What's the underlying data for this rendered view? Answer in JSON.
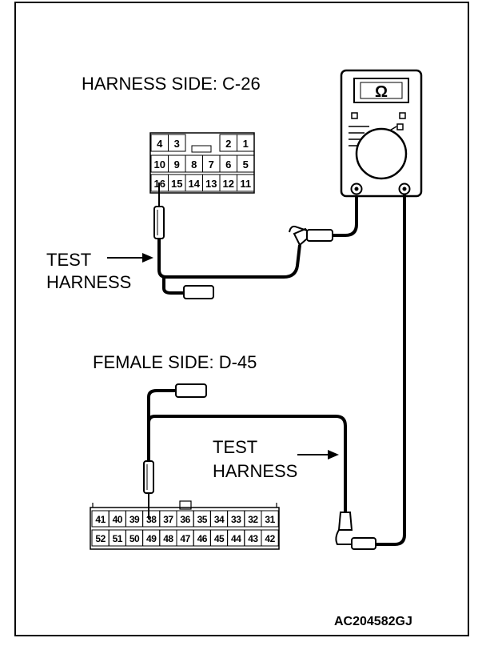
{
  "connector_c26": {
    "title": "HARNESS SIDE: C-26",
    "top_row": [
      "4",
      "3",
      "",
      "",
      "2",
      "1"
    ],
    "middle_row": [
      "10",
      "9",
      "8",
      "7",
      "6",
      "5"
    ],
    "bottom_row": [
      "16",
      "15",
      "14",
      "13",
      "12",
      "11"
    ]
  },
  "connector_d45": {
    "title": "FEMALE SIDE: D-45",
    "top_row": [
      "41",
      "40",
      "39",
      "38",
      "37",
      "36",
      "35",
      "34",
      "33",
      "32",
      "31"
    ],
    "bottom_row": [
      "52",
      "51",
      "50",
      "49",
      "48",
      "47",
      "46",
      "45",
      "44",
      "43",
      "42"
    ]
  },
  "test_harness_upper": {
    "line1": "TEST",
    "line2": "HARNESS"
  },
  "test_harness_lower": {
    "line1": "TEST",
    "line2": "HARNESS"
  },
  "multimeter": {
    "display_symbol": "Ω"
  },
  "figure_code": "AC204582GJ"
}
